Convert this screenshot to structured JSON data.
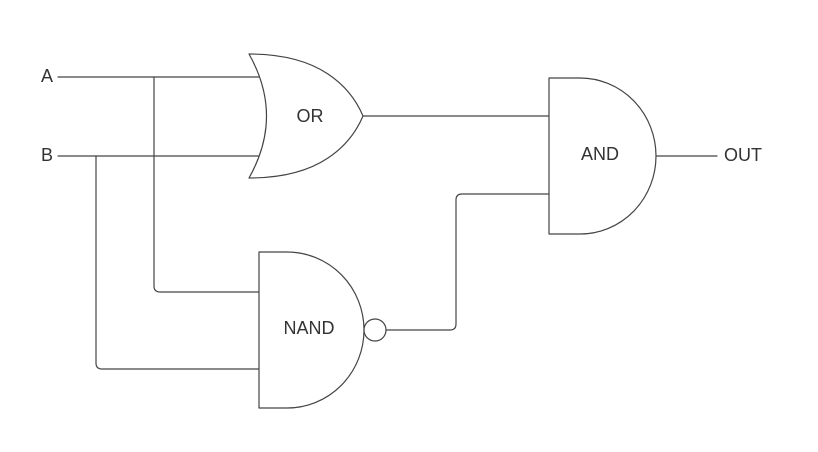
{
  "inputs": {
    "a_label": "A",
    "b_label": "B"
  },
  "gates": {
    "or_label": "OR",
    "and_label": "AND",
    "nand_label": "NAND"
  },
  "output": {
    "label": "OUT"
  },
  "colors": {
    "stroke": "#444444",
    "text": "#333333",
    "background": "#ffffff"
  }
}
